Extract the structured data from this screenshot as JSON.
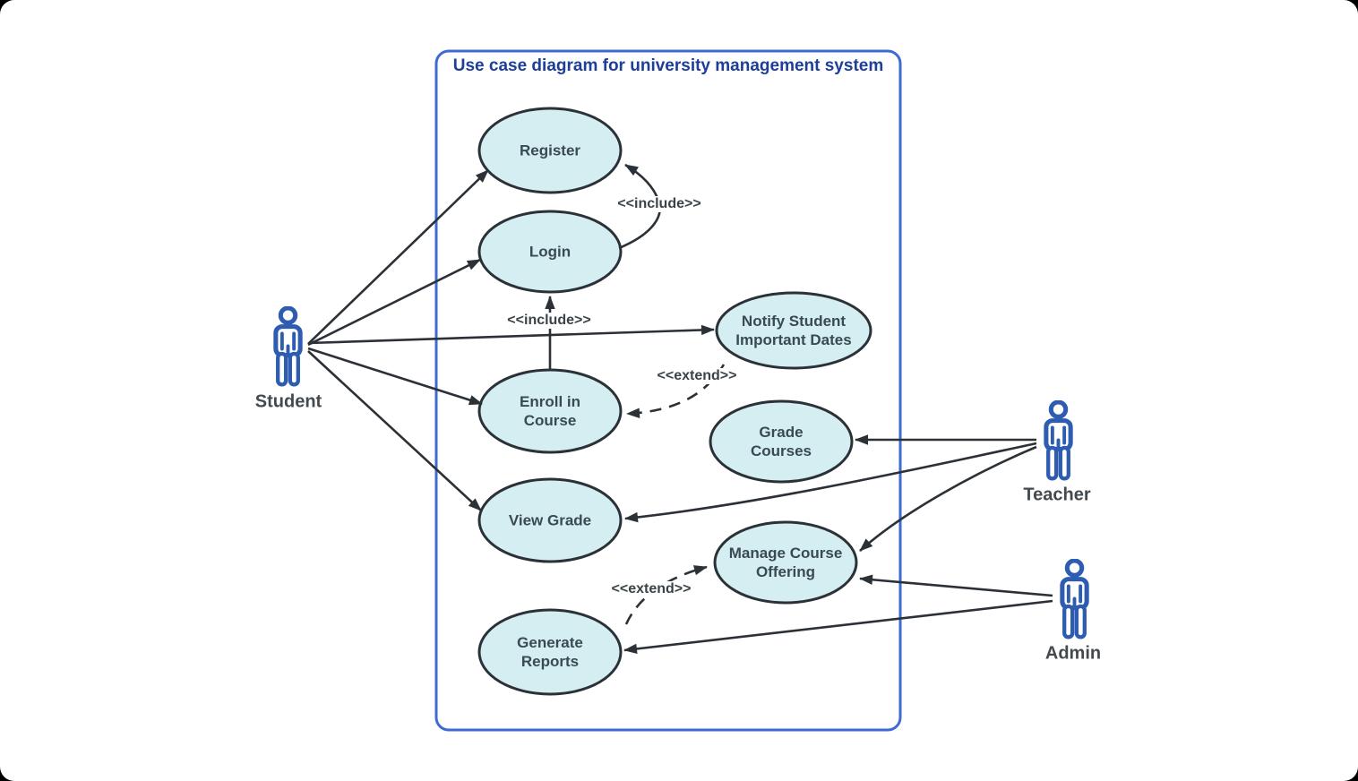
{
  "diagram": {
    "title": "Use case diagram for university management system",
    "use_cases": [
      {
        "id": "register",
        "label": "Register"
      },
      {
        "id": "login",
        "label": "Login"
      },
      {
        "id": "notify",
        "label": "Notify Student Important Dates"
      },
      {
        "id": "enroll",
        "label": "Enroll in Course"
      },
      {
        "id": "grade",
        "label": "Grade Courses"
      },
      {
        "id": "view",
        "label": "View Grade"
      },
      {
        "id": "manage",
        "label": "Manage Course Offering"
      },
      {
        "id": "reports",
        "label": "Generate Reports"
      }
    ],
    "actors": [
      {
        "id": "student",
        "label": "Student"
      },
      {
        "id": "teacher",
        "label": "Teacher"
      },
      {
        "id": "admin",
        "label": "Admin"
      }
    ],
    "edge_labels": {
      "include": "<<include>>",
      "extend": "<<extend>>"
    },
    "relationships": [
      {
        "from": "Student",
        "to": "Register",
        "type": "association"
      },
      {
        "from": "Student",
        "to": "Login",
        "type": "association"
      },
      {
        "from": "Student",
        "to": "Notify Student Important Dates",
        "type": "association"
      },
      {
        "from": "Student",
        "to": "Enroll in Course",
        "type": "association"
      },
      {
        "from": "Student",
        "to": "View Grade",
        "type": "association"
      },
      {
        "from": "Login",
        "to": "Register",
        "type": "include"
      },
      {
        "from": "Enroll in Course",
        "to": "Login",
        "type": "include"
      },
      {
        "from": "Notify Student Important Dates",
        "to": "Enroll in Course",
        "type": "extend"
      },
      {
        "from": "Teacher",
        "to": "Grade Courses",
        "type": "association"
      },
      {
        "from": "Teacher",
        "to": "View Grade",
        "type": "association"
      },
      {
        "from": "Teacher",
        "to": "Manage Course Offering",
        "type": "association"
      },
      {
        "from": "Admin",
        "to": "Manage Course Offering",
        "type": "association"
      },
      {
        "from": "Admin",
        "to": "Generate Reports",
        "type": "association"
      },
      {
        "from": "Generate Reports",
        "to": "Manage Course Offering",
        "type": "extend"
      }
    ],
    "colors": {
      "usecase_fill": "#d4eef2",
      "usecase_stroke": "#2b3137",
      "edge_color": "#2b3137",
      "boundary_stroke": "#3d6ad4",
      "title_color": "#1d3e99",
      "actor_color": "#2e5cb0",
      "text_color": "#3a4a53"
    }
  }
}
